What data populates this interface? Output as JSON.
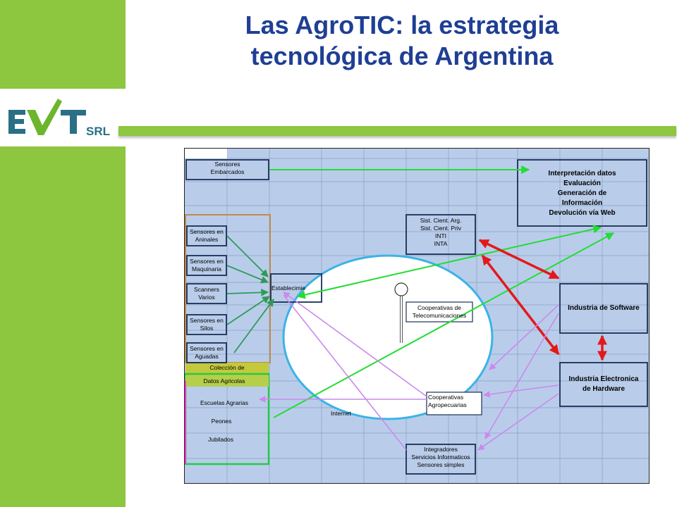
{
  "title": {
    "line1": "Las AgroTIC: la estrategia",
    "line2": "tecnológica de Argentina"
  },
  "logo": {
    "text_main": "EVT",
    "text_suffix": "SRL"
  },
  "diagram": {
    "sensores_embarcados": [
      "Sensores",
      "Embarcados"
    ],
    "interpretacion": [
      "Interpretación datos",
      "Evaluación",
      "Generación de",
      "Información",
      "Devolución vía Web"
    ],
    "sist_cient": [
      "Sist. Cient. Arg.",
      "Sist. Cient. Priv",
      "INTI",
      "INTA"
    ],
    "sensores_animales": [
      "Sensores en",
      "Aninales"
    ],
    "sensores_maquinaria": [
      "Sensores en",
      "Maquinaria"
    ],
    "scanners": [
      "Scanners",
      "Varios"
    ],
    "sensores_silos": [
      "Sensores en",
      "Silos"
    ],
    "sensores_aguadas": [
      "Sensores en",
      "Aguadas"
    ],
    "establecimiento": "Establecimie",
    "coop_telecom": [
      "Cooperativas de",
      "Telecomunicaciones"
    ],
    "industria_software": "Industria de Software",
    "industria_hardware": [
      "Industria Electronica",
      "de Hardware"
    ],
    "coleccion": "Colección de",
    "datos_agricolas": "Datos Agricolas",
    "escuelas": "Escuelas Agrarias",
    "peones": "Peones",
    "jubilados": "Jubilados",
    "internet": "Internet",
    "coop_agro": [
      "Cooperativas",
      "Agropecuarias"
    ],
    "integradores": [
      "Integradores",
      "Servicios Informaticos",
      "Sensores simples"
    ],
    "colors": {
      "green_arrow": "#22dd33",
      "teal_arrow": "#2e9a5a",
      "red_arrow": "#e31919",
      "violet_arrow": "#cc88ee",
      "grid_bg": "#b9cdea",
      "box_border": "#1a2e55"
    }
  }
}
